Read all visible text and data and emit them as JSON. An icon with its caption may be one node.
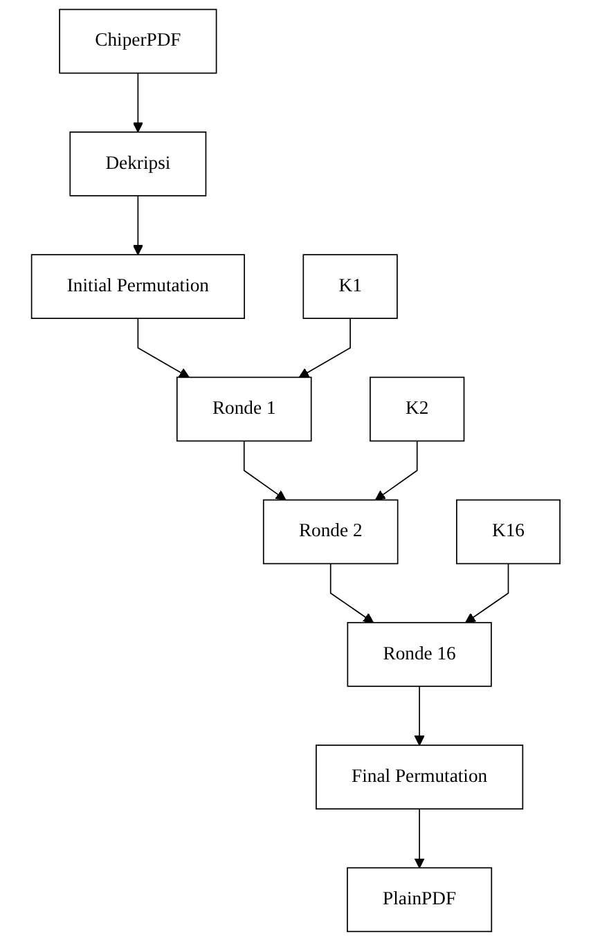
{
  "diagram": {
    "nodes": [
      {
        "text": [
          "ChiperPDF"
        ]
      },
      {
        "text": [
          "Dekripsi"
        ]
      },
      {
        "text": [
          "Initial Permutation"
        ]
      },
      {
        "text": [
          "Ronde 1"
        ]
      },
      {
        "text": [
          "Ronde 2"
        ]
      },
      {
        "text": [
          "Ronde 16"
        ]
      },
      {
        "text": [
          "Final Permutation"
        ]
      },
      {
        "text": [
          "PlainPDF"
        ]
      },
      {
        "text": [
          "K1"
        ]
      },
      {
        "text": [
          "K2"
        ]
      },
      {
        "text": [
          "K16"
        ]
      }
    ],
    "edges": [
      {
        "from": 0,
        "to": 1,
        "arrow": "to"
      },
      {
        "from": 1,
        "to": 2,
        "arrow": "to"
      },
      {
        "from": 2,
        "to": 3,
        "arrow": "to"
      },
      {
        "from": 3,
        "to": 4,
        "arrow": "to"
      },
      {
        "from": 4,
        "to": 5,
        "arrow": "to"
      },
      {
        "from": 5,
        "to": 6,
        "arrow": "to"
      },
      {
        "from": 6,
        "to": 7,
        "arrow": "to"
      },
      {
        "from": 8,
        "to": 3,
        "arrow": "to"
      },
      {
        "from": 9,
        "to": 4,
        "arrow": "to"
      },
      {
        "from": 10,
        "to": 5,
        "arrow": "to"
      }
    ]
  }
}
